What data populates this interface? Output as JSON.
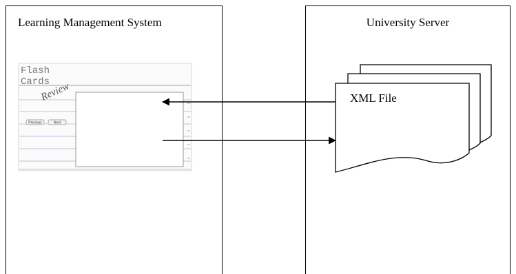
{
  "lms_panel": {
    "title": "Learning Management System"
  },
  "server_panel": {
    "title": "University Server"
  },
  "flashcard_app": {
    "title_line1": "Flash",
    "title_line2": "Cards",
    "overlay": "Review",
    "previous_label": "Previous",
    "next_label": "Next"
  },
  "document": {
    "label": "XML File"
  },
  "arrows": [
    {
      "from": "document",
      "to": "flashcard_app"
    },
    {
      "from": "flashcard_app",
      "to": "document"
    }
  ]
}
